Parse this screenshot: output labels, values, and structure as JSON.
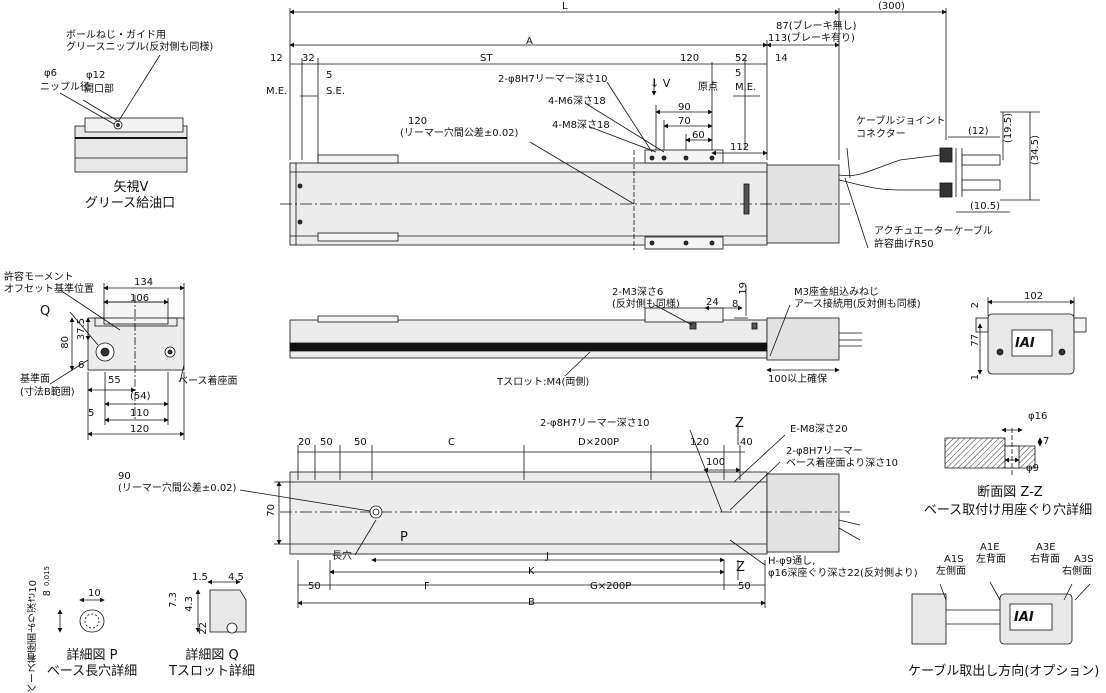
{
  "views": {
    "view_v": {
      "title": "矢視V",
      "subtitle": "グリース給油口"
    },
    "detail_p": {
      "title": "詳細図 P",
      "subtitle": "ベース長穴詳細"
    },
    "detail_q": {
      "title": "詳細図 Q",
      "subtitle": "Tスロット詳細"
    },
    "section_zz": {
      "title": "断面図 Z-Z",
      "subtitle": "ベース取付け用座ぐり穴詳細"
    },
    "cable_dir": {
      "title": "ケーブル取出し方向(オプション)"
    }
  },
  "callouts": {
    "grease_nipple": "ボールねじ・ガイド用",
    "grease_nipple2": "グリースニップル(反対側も同様)",
    "phi6": "φ6",
    "nipple_dia": "ニップル径",
    "phi12": "φ12",
    "opening": "開口部",
    "reamer_2phi8": "2-φ8H7リーマー深さ10",
    "m6": "4-M6深さ18",
    "m8": "4-M8深さ18",
    "reamer_pitch": "120",
    "reamer_tol": "(リーマー穴間公差±0.02)",
    "arrow_v": "↓ V",
    "origin": "原点",
    "me_left": "M.E.",
    "se": "S.E.",
    "me_right": "M.E.",
    "cable_joint": "ケーブルジョイント",
    "connector": "コネクター",
    "actuator_cable": "アクチュエーターケーブル",
    "bend_r50": "許容曲げR50",
    "allow_moment": "許容モーメント",
    "offset_ref": "オフセット基準位置",
    "q": "Q",
    "ref_face": "基準面",
    "ref_face2": "(寸法B範囲)",
    "base_face": "ベース着座面",
    "m3_depth": "2-M3深さ6",
    "m3_depth2": "(反対側も同様)",
    "m3_screw": "M3座金組込みねじ",
    "m3_screw2": "アース接続用(反対側も同様)",
    "tslot": "Tスロット:M4(両側)",
    "hundred_min": "100以上確保",
    "reamer_bottom": "2-φ8H7リーマー深さ10",
    "em8": "E-M8深さ20",
    "reamer_base": "2-φ8H7リーマー",
    "reamer_base2": "ベース着座面より深さ10",
    "z_top": "Z",
    "z_bot": "Z",
    "p": "P",
    "long_hole": "長穴",
    "h_phi9": "H-φ9通し,",
    "counterbore": "φ16深座ぐり深さ22(反対側より)",
    "reamer90": "90",
    "reamer90_tol": "(リーマー穴間公差±0.02)",
    "base_depth_vert": "ベース着座面より深さ10",
    "a1s": "A1S",
    "a1s_side": "左側面",
    "a1e": "A1E",
    "a1e_side": "左背面",
    "a3e": "A3E",
    "a3e_side": "右背面",
    "a3s": "A3S",
    "a3s_side": "右側面",
    "logo": "IAI"
  },
  "dims": {
    "L": "L",
    "d300": "(300)",
    "d87": "87(ブレーキ無し)",
    "d113": "113(ブレーキ有り)",
    "A": "A",
    "d12": "12",
    "d32": "32",
    "ST": "ST",
    "d120a": "120",
    "d52": "52",
    "d14": "14",
    "d5a": "5",
    "d5b": "5",
    "d90": "90",
    "d70": "70",
    "d60": "60",
    "d112": "112",
    "d12c": "(12)",
    "d195": "(19.5)",
    "d345": "(34.5)",
    "d105": "(10.5)",
    "d134": "134",
    "d106": "106",
    "d375": "37.5",
    "d80": "80",
    "d6": "6",
    "d55": "55",
    "d54": "(54)",
    "d5c": "5",
    "d110": "110",
    "d120b": "120",
    "d24": "24",
    "d8": "8",
    "d19": "19",
    "d102": "102",
    "d2": "2",
    "d77": "77",
    "d1": "1",
    "d20": "20",
    "d50a": "50",
    "d50b": "50",
    "C": "C",
    "Dx200P": "D×200P",
    "d120c": "120",
    "d40": "40",
    "d100": "100",
    "d70v": "70",
    "J": "J",
    "K": "K",
    "d50c": "50",
    "F": "F",
    "Gx200P": "G×200P",
    "d50d": "50",
    "B": "B",
    "d16": "φ16",
    "d7": "7",
    "d9": "φ9",
    "d8p": "8",
    "d10": "10",
    "d8tol": "0.015",
    "d15": "1.5",
    "d45": "4.5",
    "d73": "7.3",
    "d43": "4.3",
    "d22": "22"
  }
}
